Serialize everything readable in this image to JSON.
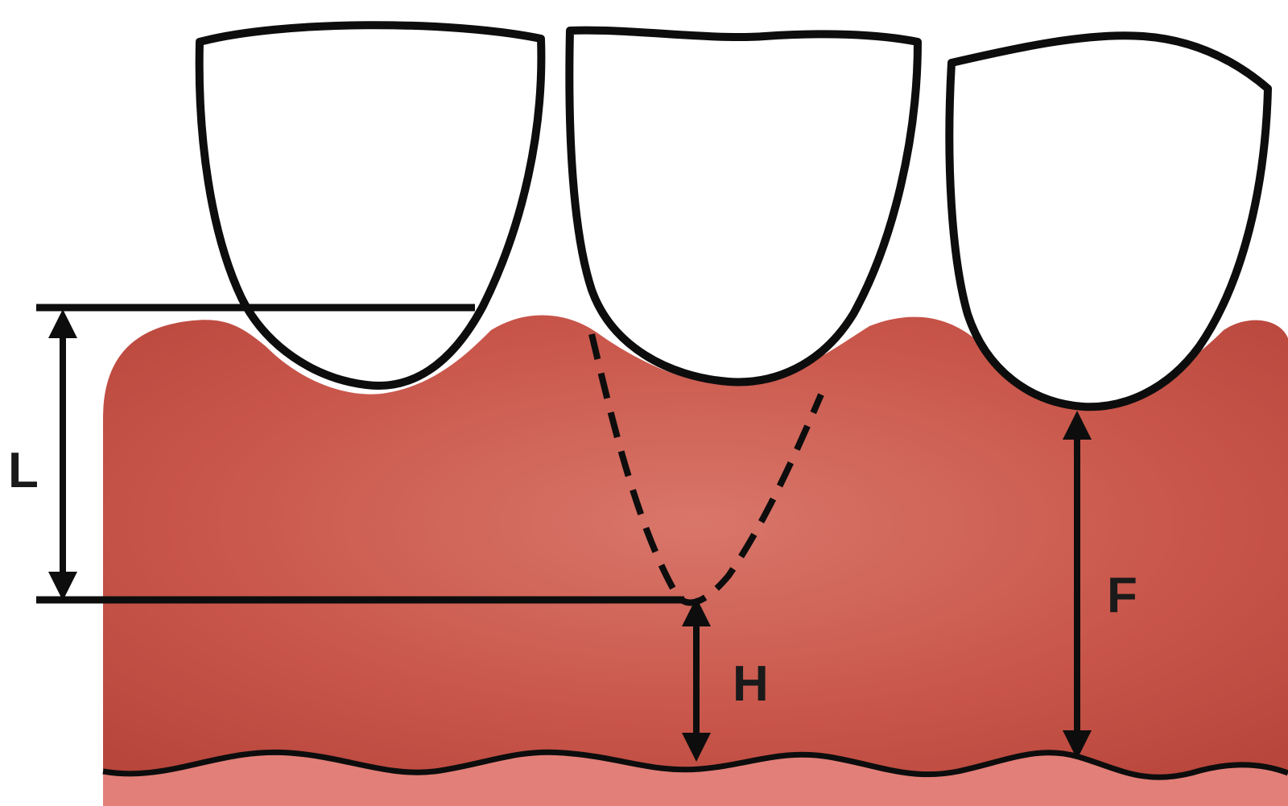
{
  "labels": {
    "left_height": "L",
    "interdental_height": "H",
    "facial_height": "F"
  },
  "colors": {
    "gingiva": "#c9564a",
    "gingiva_highlight": "#e0847a",
    "gingiva_lower": "#e27f78",
    "tooth": "#ffffff",
    "outline": "#0d0d0d"
  }
}
